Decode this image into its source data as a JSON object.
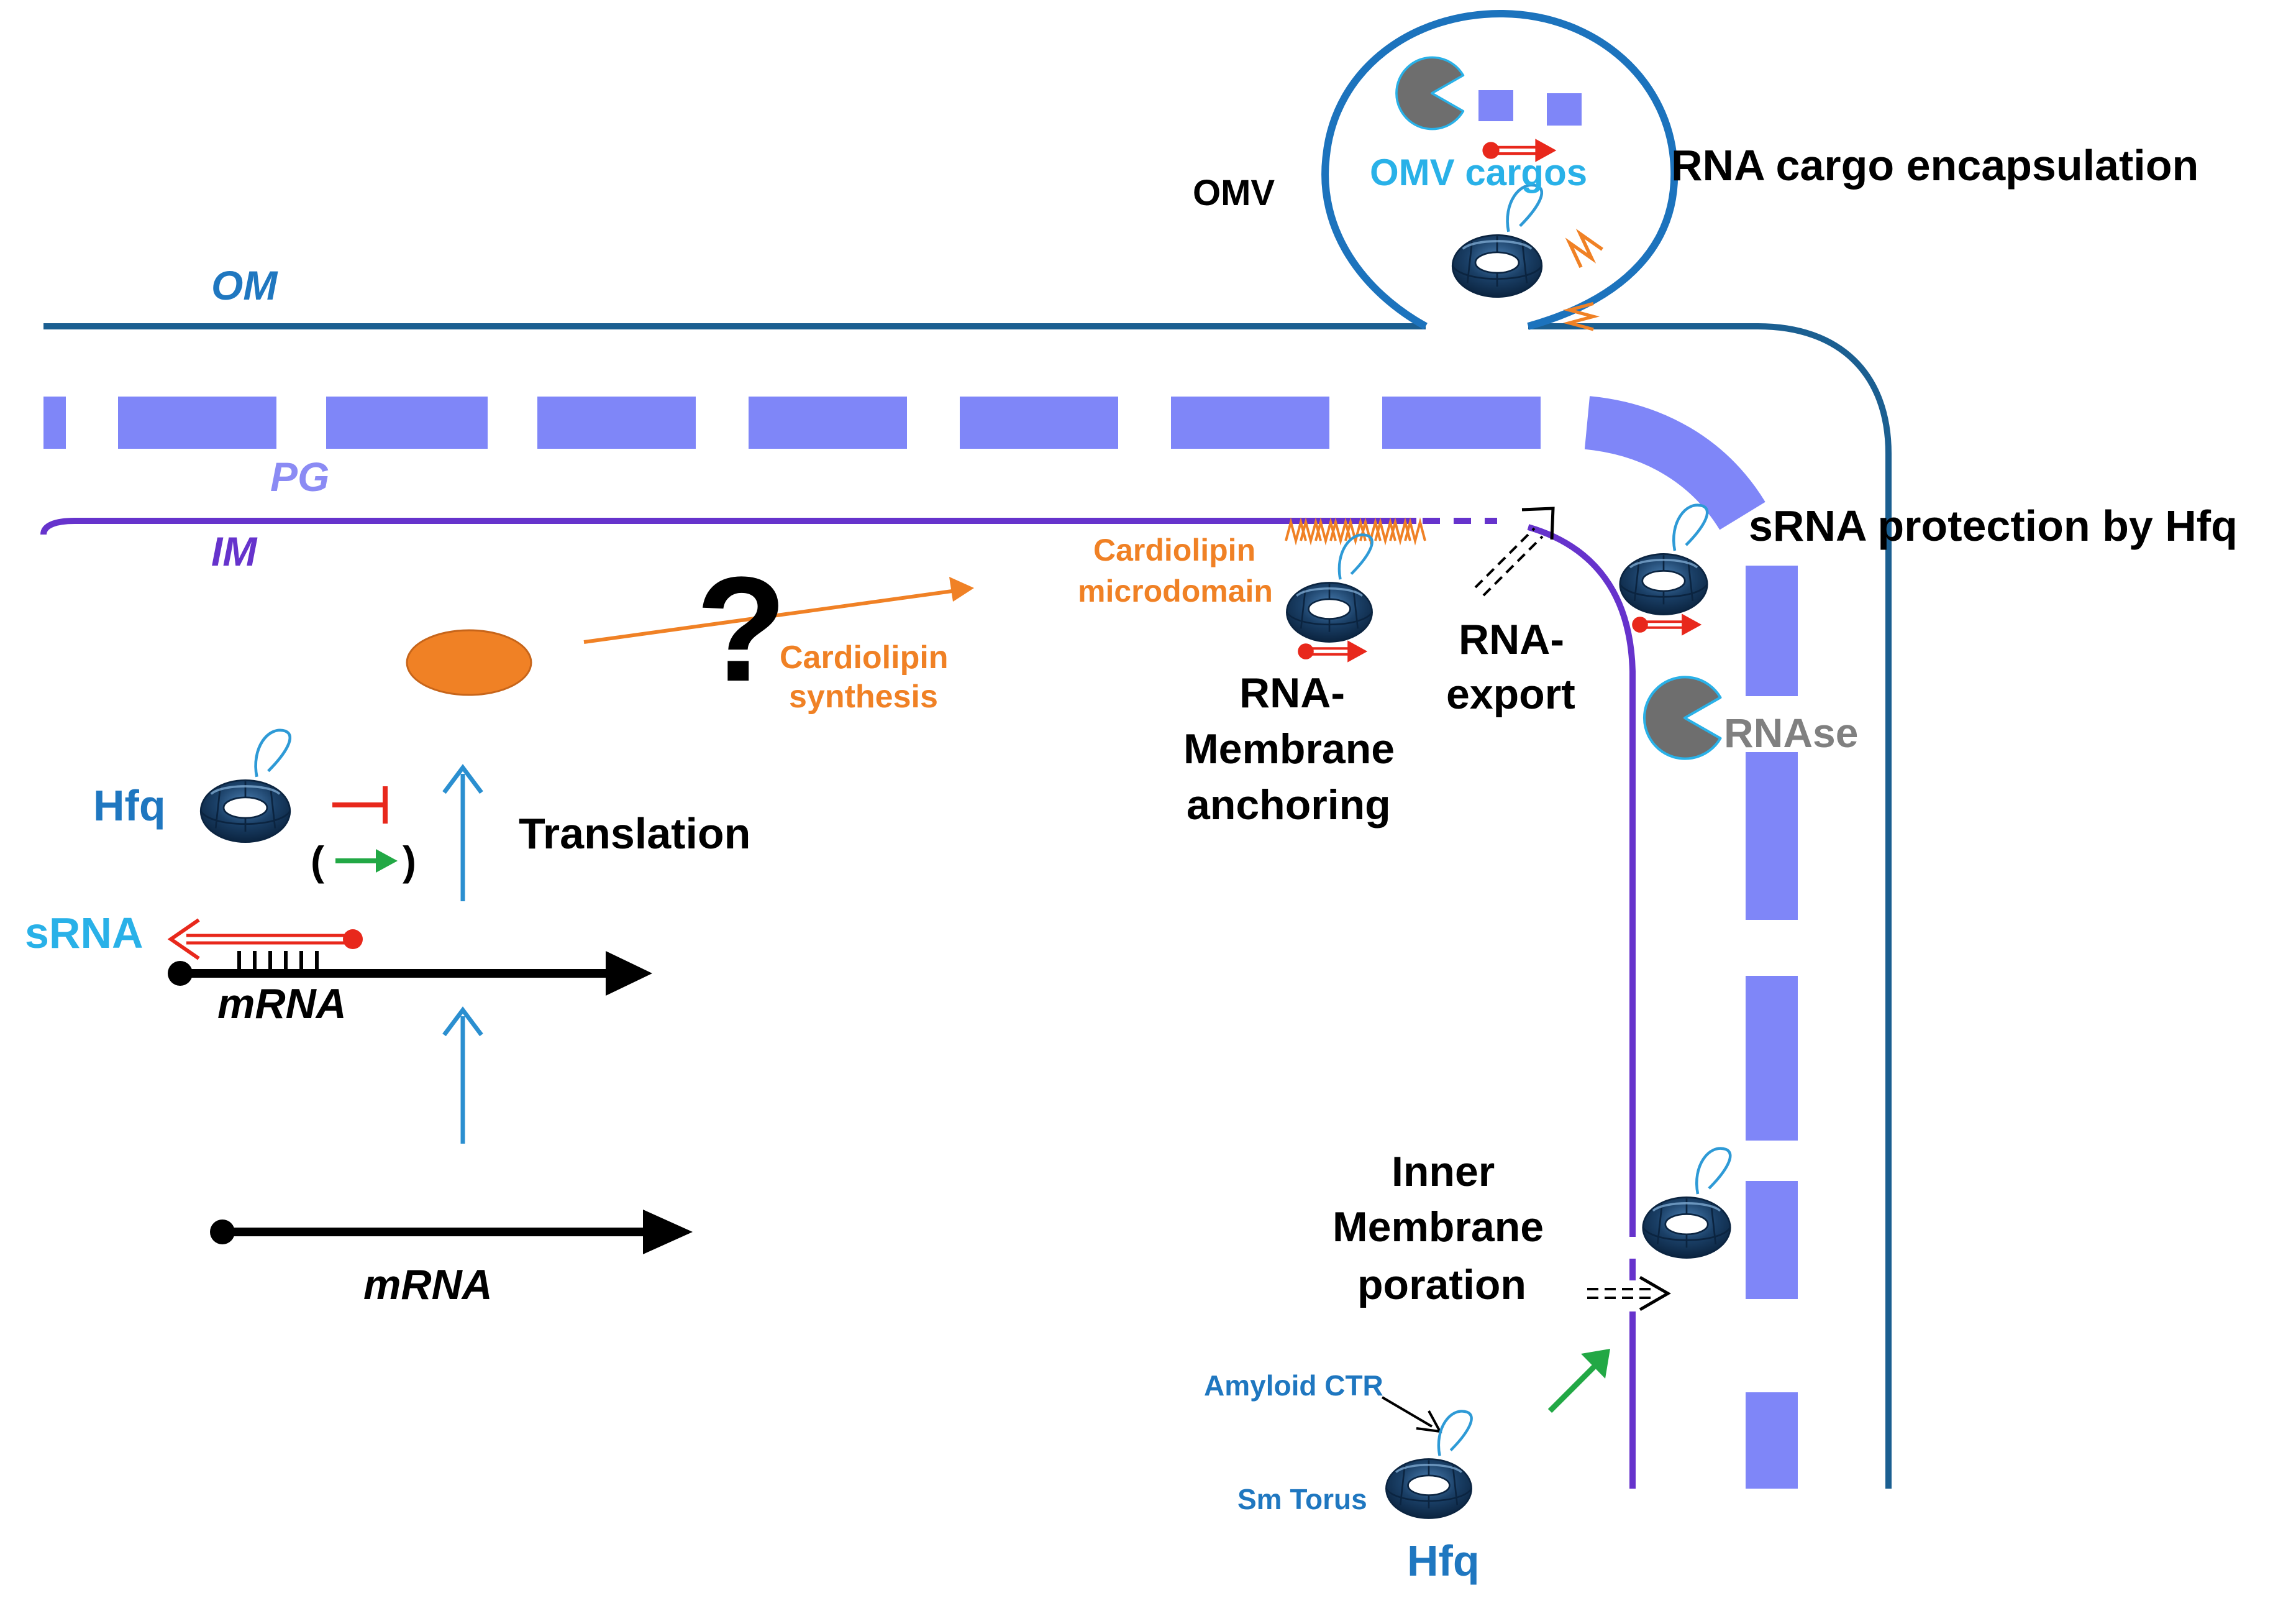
{
  "labels": {
    "om": "OM",
    "pg": "PG",
    "im": "IM",
    "omv": "OMV",
    "omv_cargos": "OMV cargos",
    "rna_cargo": "RNA cargo encapsulation",
    "srna_protection": "sRNA protection by Hfq",
    "rnase": "RNAse",
    "cardiolipin_micro_1": "Cardiolipin",
    "cardiolipin_micro_2": "microdomain",
    "cardiolipin_syn_1": "Cardiolipin",
    "cardiolipin_syn_2": "synthesis",
    "question": "?",
    "rna_export_1": "RNA-",
    "rna_export_2": "export",
    "anchoring_1": "RNA-",
    "anchoring_2": "Membrane",
    "anchoring_3": "anchoring",
    "translation": "Translation",
    "hfq_left": "Hfq",
    "paren_open": "(",
    "paren_close": ")",
    "srna": "sRNA",
    "mrna_upper": "mRNA",
    "mrna_lower": "mRNA",
    "poration_1": "Inner",
    "poration_2": "Membrane",
    "poration_3": "poration",
    "amyloid_ctr": "Amyloid CTR",
    "sm_torus": "Sm Torus",
    "hfq_bottom": "Hfq"
  },
  "colors": {
    "outer_membrane": "#1b5f91",
    "peptidoglycan": "#7f86f8",
    "inner_membrane": "#6633cc",
    "omv_outline": "#1c73bd",
    "hfq_torus": "#1a3f66",
    "srna_red": "#e8281c",
    "activation_green": "#22a845",
    "flow_blue": "#2b8fd0",
    "cardiolipin_orange": "#f08125",
    "rnase_gray": "#6e6e6e",
    "mrna_black": "#000000"
  },
  "icons": [
    "hfq-torus-icon",
    "rnase-pacman-icon",
    "srna-arrow-icon",
    "cardiolipin-lipid-icon"
  ]
}
